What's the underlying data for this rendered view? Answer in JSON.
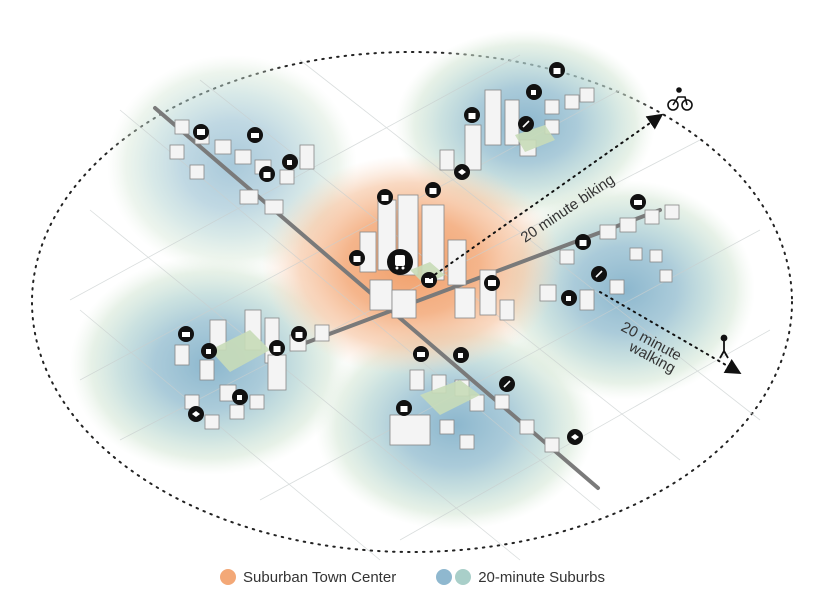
{
  "labels": {
    "biking": "20 minute biking",
    "walking_line1": "20 minute",
    "walking_line2": "walking"
  },
  "legend": {
    "town_center": "Suburban Town Center",
    "suburbs": "20-minute Suburbs"
  },
  "colors": {
    "town_center": "#f3a877",
    "suburb_blue": "#8fb8cf",
    "suburb_teal": "#a9cfc9",
    "suburb_green": "#cfe2cf",
    "road": "#7a7a7a",
    "icon_bg": "#111111"
  },
  "icons": [
    "shopping-bag-icon",
    "coffee-cup-icon",
    "graduation-cap-icon",
    "school-building-icon",
    "sports-icon",
    "cinema-icon",
    "transit-icon",
    "bicycle-icon",
    "pedestrian-icon"
  ]
}
